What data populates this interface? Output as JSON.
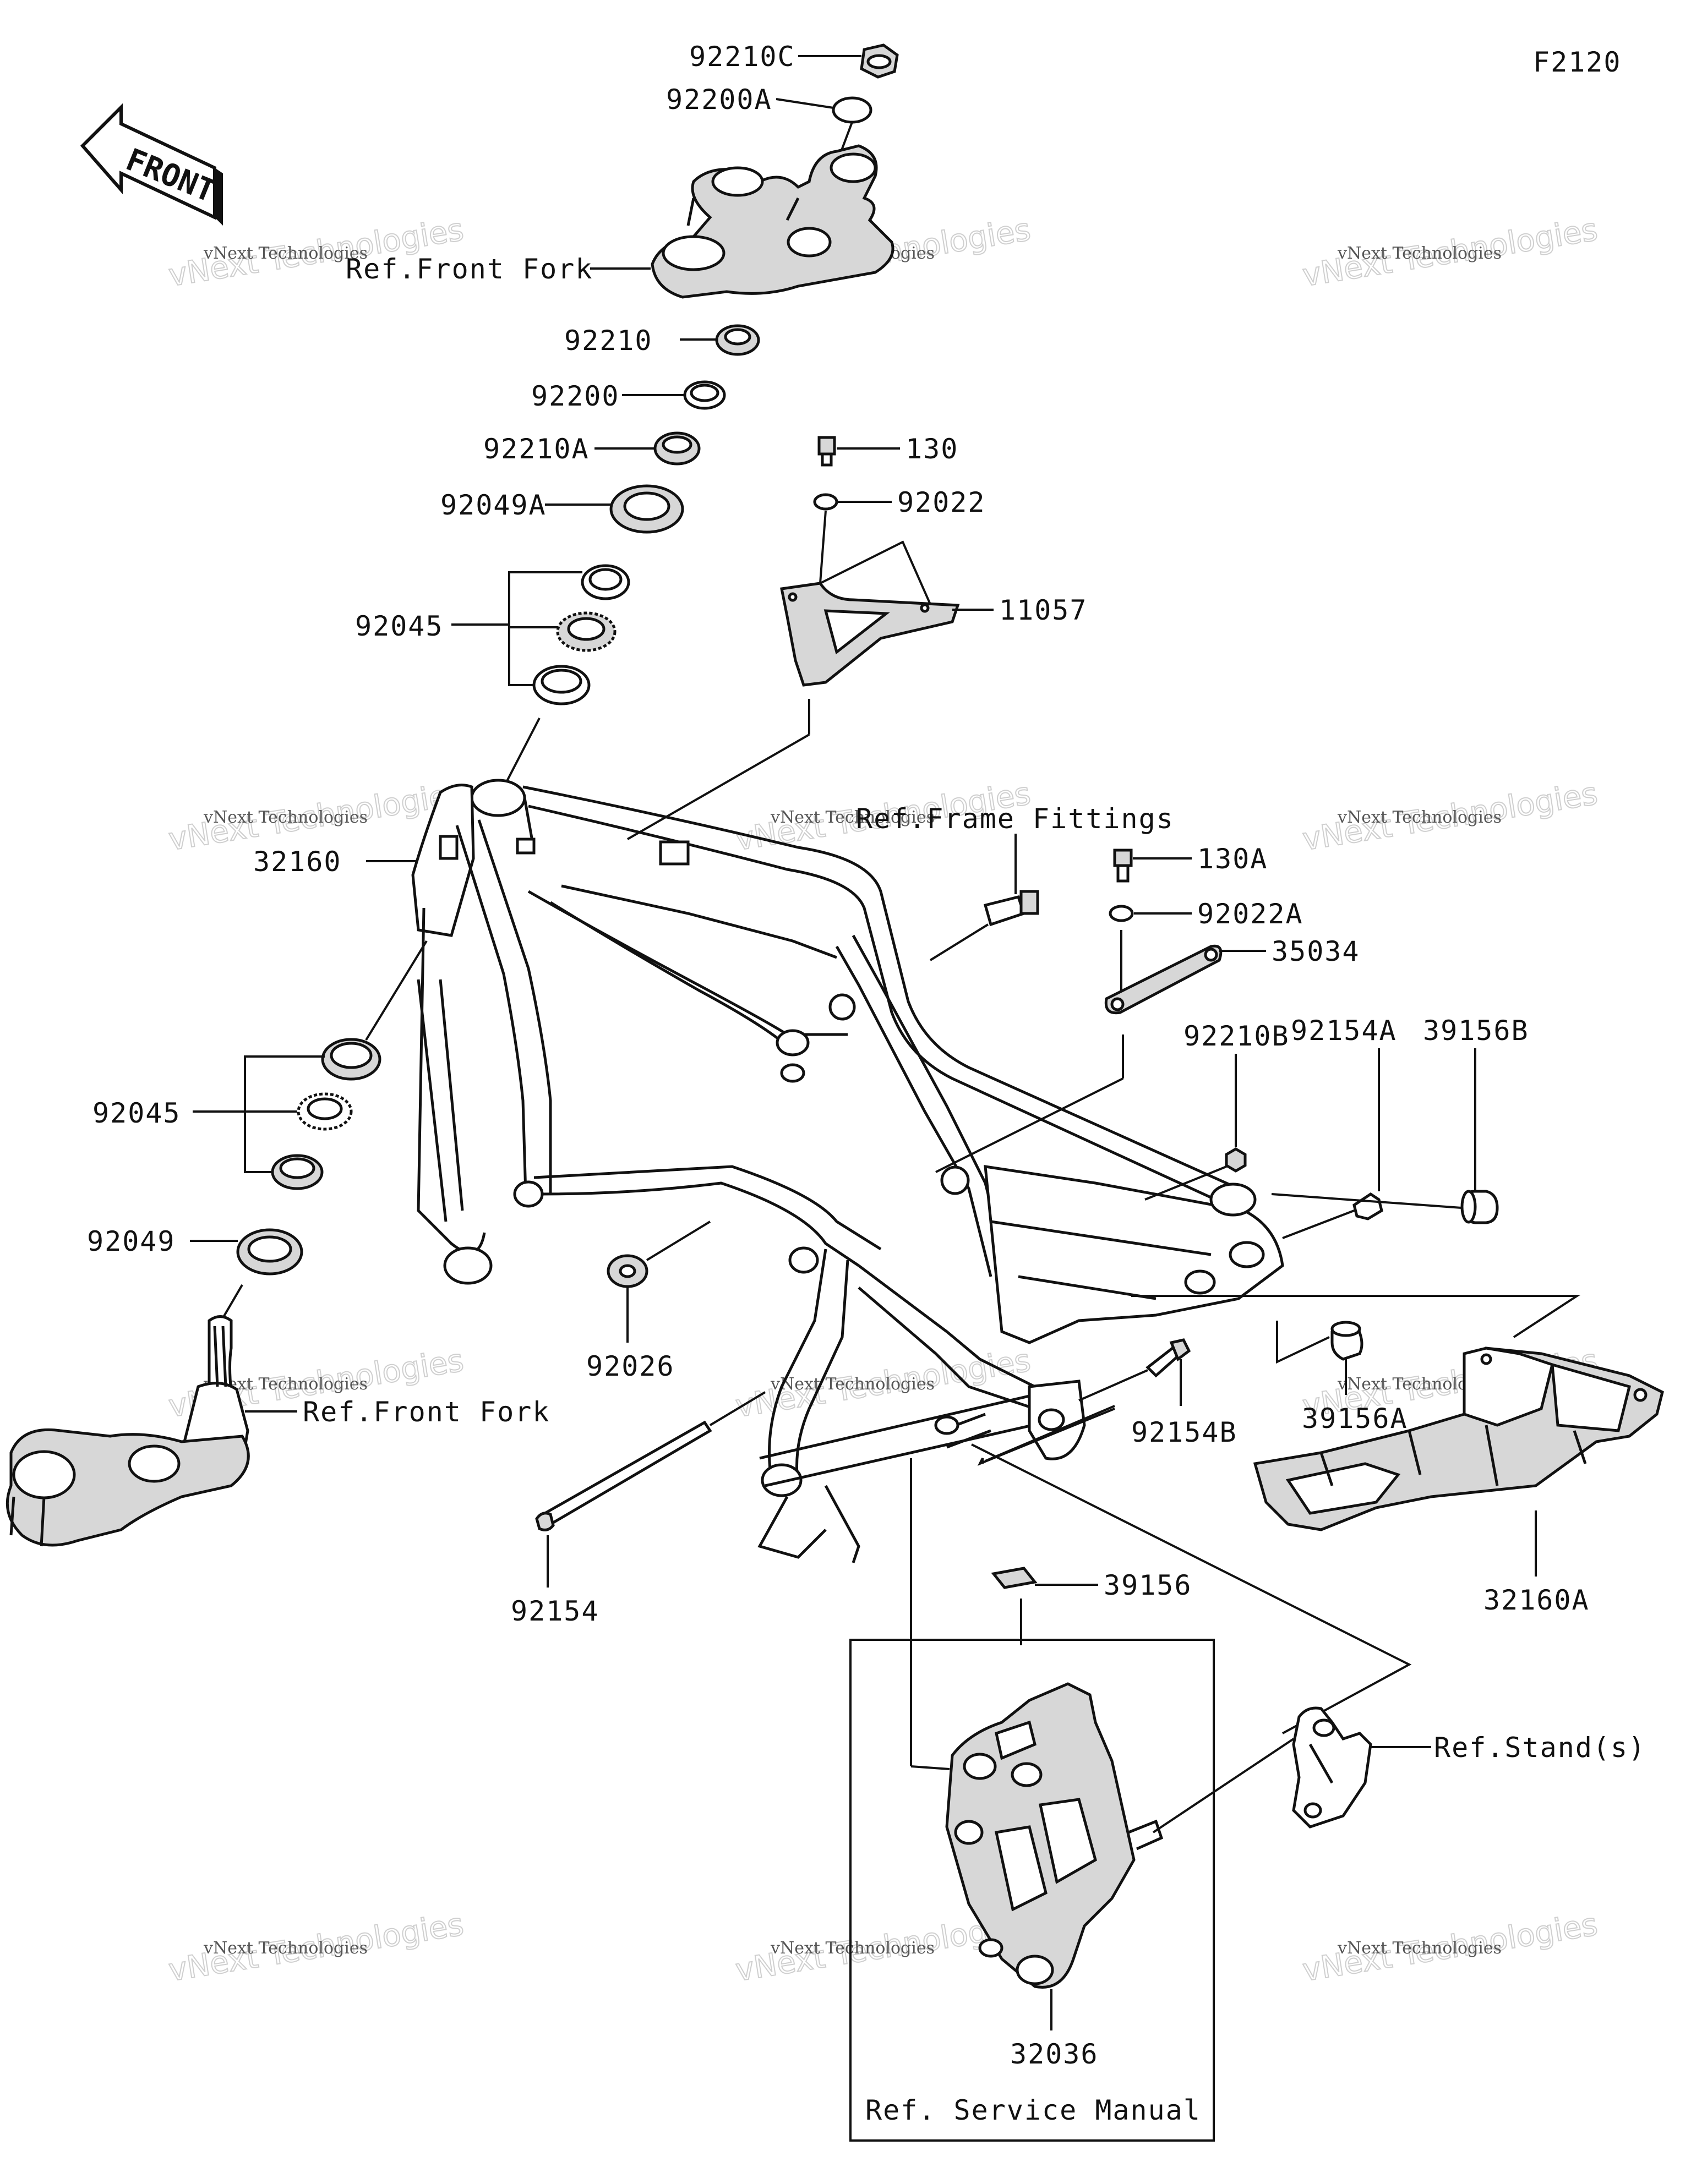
{
  "diagram_id": "F2120",
  "front_arrow": "FRONT",
  "watermark": {
    "small": "vNext Technologies",
    "large": "vNext Technologies"
  },
  "labels": {
    "p92210C": "92210C",
    "p92200A": "92200A",
    "ref_front_fork_top": "Ref.Front Fork",
    "p92210": "92210",
    "p92200": "92200",
    "p92210A": "92210A",
    "p92049A": "92049A",
    "p92045_top": "92045",
    "p130": "130",
    "p92022": "92022",
    "p11057": "11057",
    "p32160": "32160",
    "ref_frame_fittings": "Ref.Frame Fittings",
    "p130A": "130A",
    "p92022A": "92022A",
    "p35034": "35034",
    "p92210B": "92210B",
    "p92154A": "92154A",
    "p39156B": "39156B",
    "p92045_bottom": "92045",
    "p92049": "92049",
    "p92026": "92026",
    "ref_front_fork_bottom": "Ref.Front Fork",
    "p92154B": "92154B",
    "p39156A": "39156A",
    "p32160A": "32160A",
    "p92154": "92154",
    "p39156": "39156",
    "ref_stands": "Ref.Stand(s)",
    "p32036": "32036",
    "ref_service_manual": "Ref. Service Manual"
  }
}
